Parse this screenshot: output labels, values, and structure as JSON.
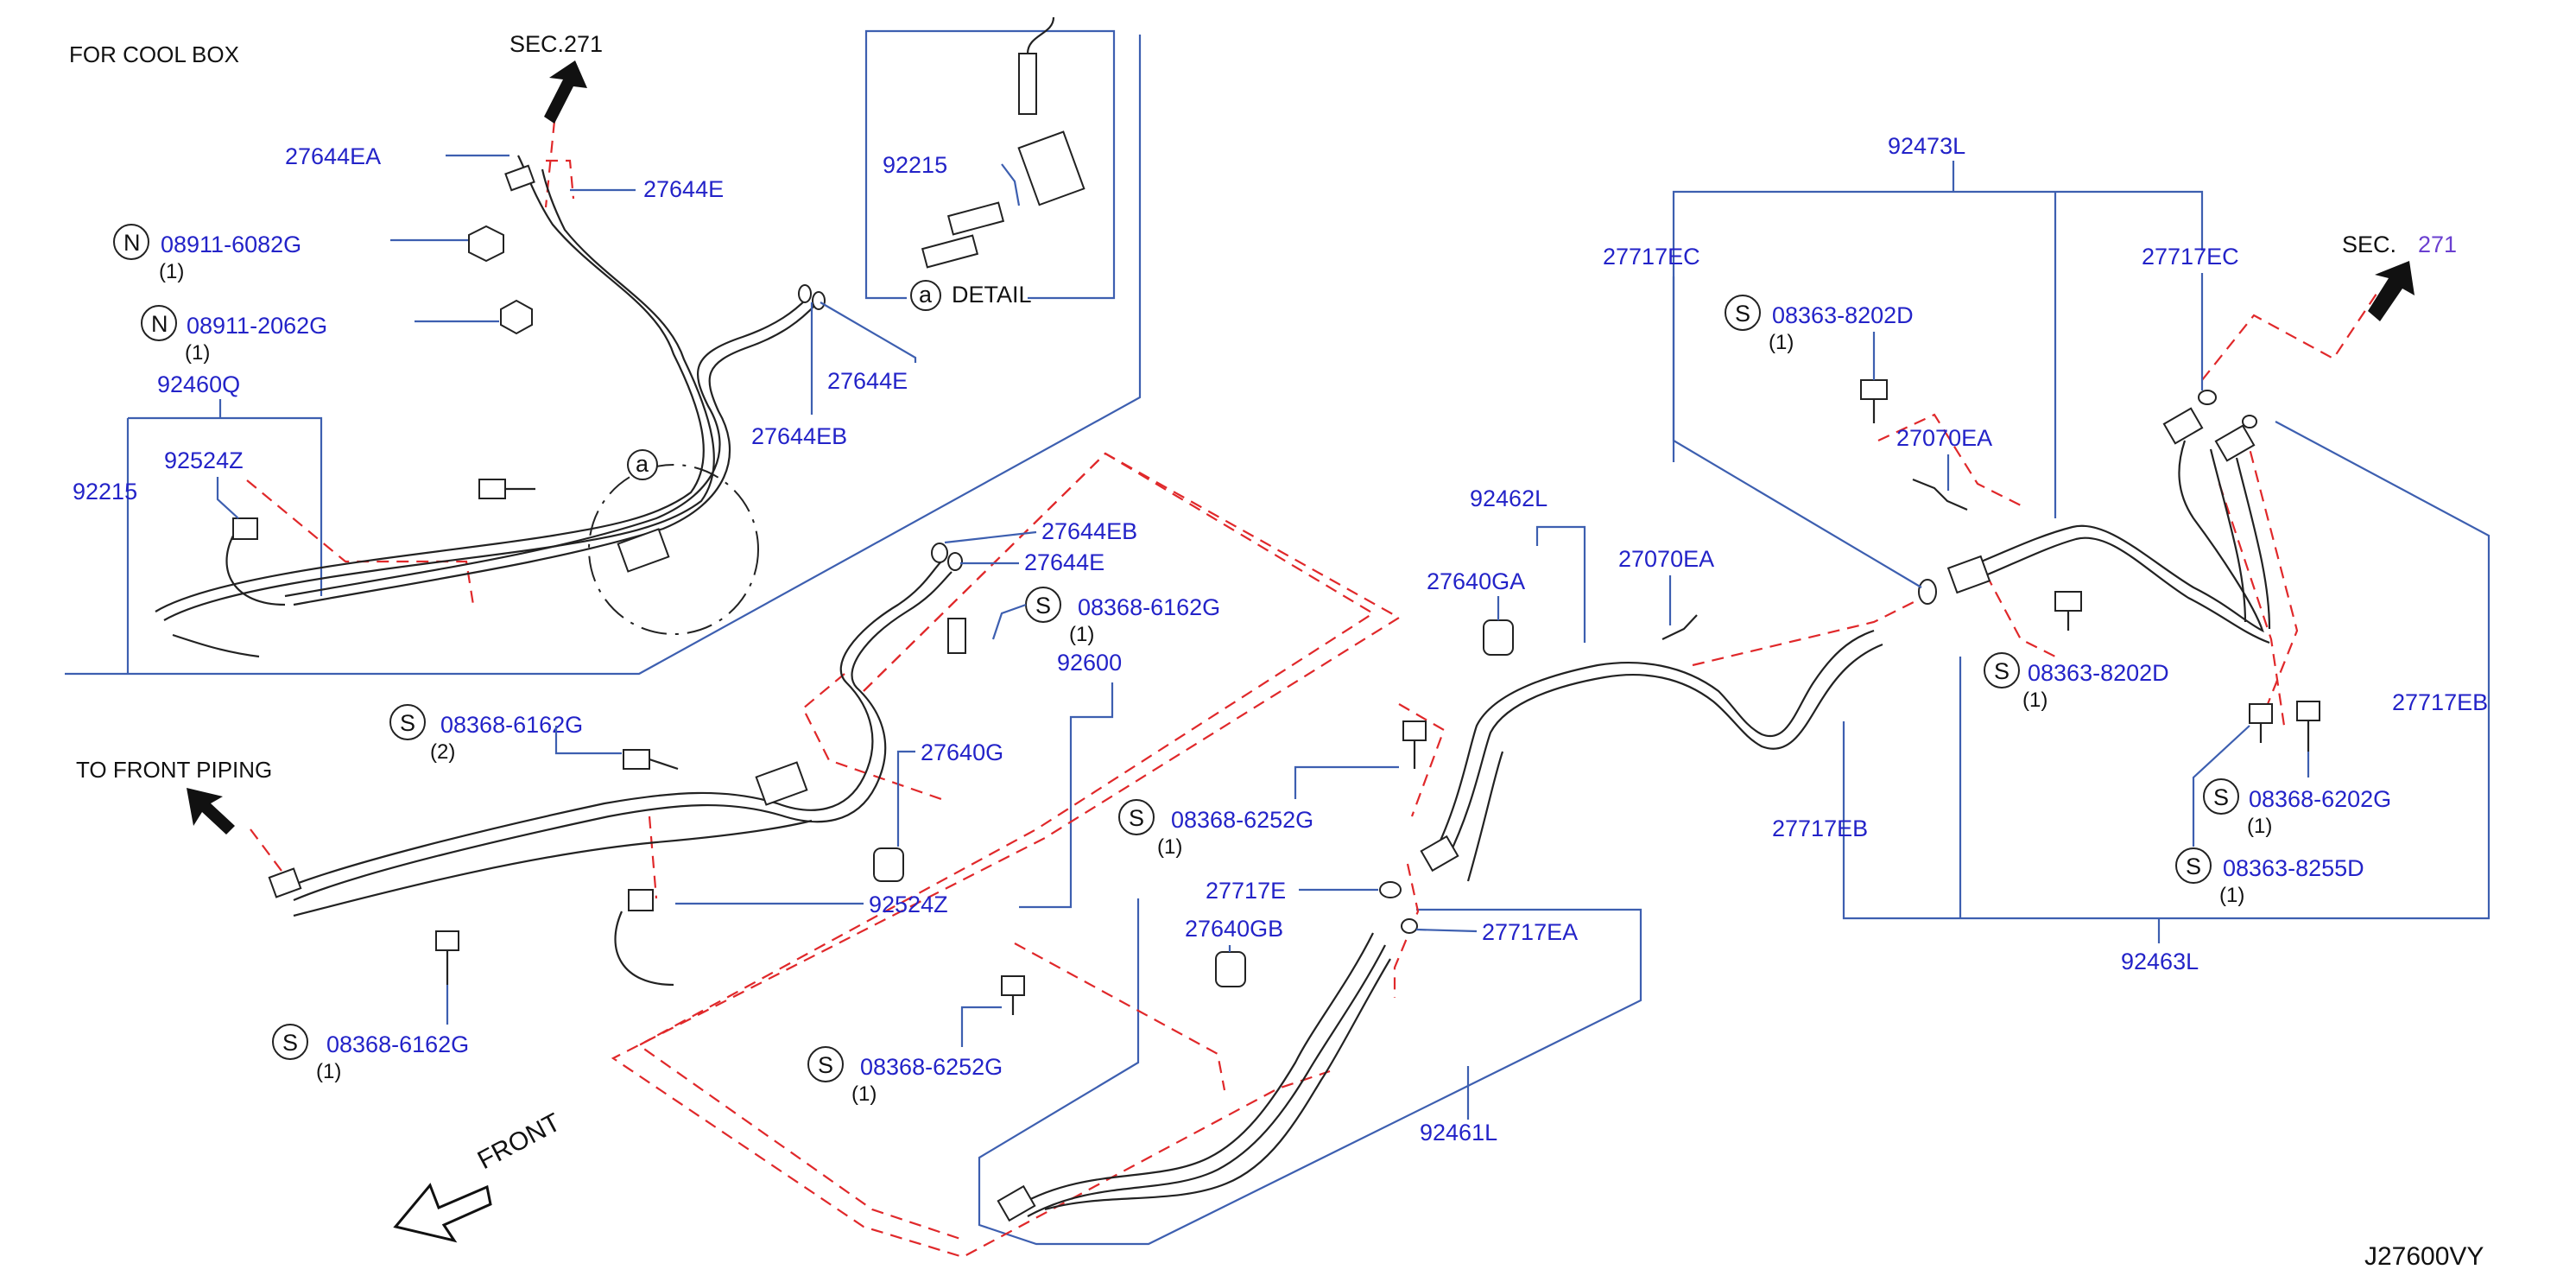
{
  "header": {
    "cool_box": "FOR   COOL   BOX",
    "front_piping": "TO   FRONT   PIPING"
  },
  "sections": {
    "sec_left": "SEC.271",
    "sec_right_prefix": "SEC.",
    "sec_right_num": "271"
  },
  "detail": {
    "marker": "a",
    "label": "DETAIL",
    "part": "92215"
  },
  "callout_a": "a",
  "front_label": "FRONT",
  "diagram_id": "J27600VY",
  "colors": {
    "part_number": "#2323c8",
    "leader": "#3d5fb0",
    "dashed": "#e0282a",
    "ink": "#111111"
  },
  "parts": {
    "p27644EA": "27644EA",
    "p27644E_top": "27644E",
    "p08911_6082G": {
      "prefix": "N",
      "number": "08911-6082G",
      "qty": "(1)"
    },
    "p08911_2062G": {
      "prefix": "N",
      "number": "08911-2062G",
      "qty": "(1)"
    },
    "p27644E_mid": "27644E",
    "p27644EB_mid": "27644EB",
    "p92460Q": "92460Q",
    "p92524Z_left": "92524Z",
    "p92215_left": "92215",
    "p27644EB_center": "27644EB",
    "p27644E_center": "27644E",
    "p08368_6162G_center": {
      "prefix": "S",
      "number": "08368-6162G",
      "qty": "(1)"
    },
    "p92460C_partial": "92600",
    "p08368_6162G_left": {
      "prefix": "S",
      "number": "08368-6162G",
      "qty": "(2)"
    },
    "p27640G": "27640G",
    "p92524Z_center": "92524Z",
    "p08368_6162G_bottom": {
      "prefix": "S",
      "number": "08368-6162G",
      "qty": "(1)"
    },
    "p08368_6252G_bottom": {
      "prefix": "S",
      "number": "08368-6252G",
      "qty": "(1)"
    },
    "p92462L": "92462L",
    "p27640GA": "27640GA",
    "p27070EA_lower": "27070EA",
    "p08368_6252G_center": {
      "prefix": "S",
      "number": "08368-6252G",
      "qty": "(1)"
    },
    "p27717E": "27717E",
    "p27640GB": "27640GB",
    "p27717EA": "27717EA",
    "p92461L": "92461L",
    "p92473L": "92473L",
    "p27717EC_left": "27717EC",
    "p27717EC_right": "27717EC",
    "p08363_8202D_top": {
      "prefix": "S",
      "number": "08363-8202D",
      "qty": "(1)"
    },
    "p27070EA_upper": "27070EA",
    "p08363_8202D_partial": {
      "prefix": "S",
      "number": "08363-8202D",
      "qty": "(1)"
    },
    "p27717EB_right": "27717EB",
    "p27717EB_left": "27717EB",
    "p08368_6202G": {
      "prefix": "S",
      "number": "08368-6202G",
      "qty": "(1)"
    },
    "p08363_8255D": {
      "prefix": "S",
      "number": "08363-8255D",
      "qty": "(1)"
    },
    "p92463L": "92463L"
  }
}
